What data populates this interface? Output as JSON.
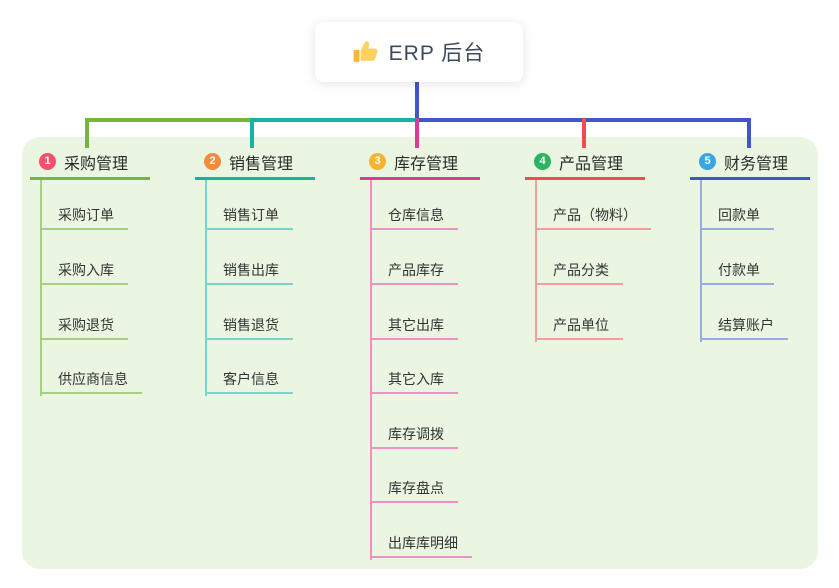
{
  "root": {
    "title": "ERP 后台",
    "icon": "thumbs-up-icon"
  },
  "colors": {
    "canvas_bg": "#ffffff",
    "panel_bg": "#eaf6e2",
    "root_stem": "#4156c8",
    "text": "#333333"
  },
  "branches": [
    {
      "index": "1",
      "label": "采购管理",
      "badge_color": "#f4516c",
      "line_color": "#76b63c",
      "child_line_color": "#a3d181",
      "children": [
        "采购订单",
        "采购入库",
        "采购退货",
        "供应商信息"
      ]
    },
    {
      "index": "2",
      "label": "销售管理",
      "badge_color": "#f58b3d",
      "line_color": "#16b3a4",
      "child_line_color": "#7bd3c9",
      "children": [
        "销售订单",
        "销售出库",
        "销售退货",
        "客户信息"
      ]
    },
    {
      "index": "3",
      "label": "库存管理",
      "badge_color": "#f6b52e",
      "line_color": "#dc3a98",
      "child_line_color": "#ef8fc7",
      "children": [
        "仓库信息",
        "产品库存",
        "其它出库",
        "其它入库",
        "库存调拨",
        "库存盘点",
        "出库库明细"
      ]
    },
    {
      "index": "4",
      "label": "产品管理",
      "badge_color": "#2eb35f",
      "line_color": "#f34b50",
      "child_line_color": "#f89ca0",
      "children": [
        "产品（物料）",
        "产品分类",
        "产品单位"
      ]
    },
    {
      "index": "5",
      "label": "财务管理",
      "badge_color": "#36a6e6",
      "line_color": "#4156c8",
      "child_line_color": "#98acdf",
      "children": [
        "回款单",
        "付款单",
        "结算账户"
      ]
    }
  ]
}
